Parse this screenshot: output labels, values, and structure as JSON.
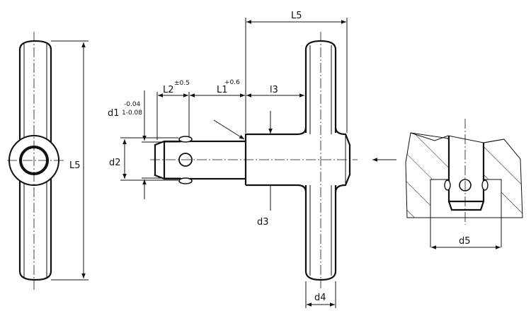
{
  "title": "T-handle locking pin technical drawing",
  "labels": {
    "L5_side": "L5",
    "L5_top": "L5",
    "L2": "L2",
    "L2_tol": "±0.5",
    "L1": "L1",
    "L1_tol": "+0.6",
    "l3": "l3",
    "d1": "d1",
    "d1_tol_upper": "-0.04",
    "d1_tol_lower": "1-0.08",
    "d2": "d2",
    "d3": "d3",
    "d4": "d4",
    "d5": "d5"
  }
}
